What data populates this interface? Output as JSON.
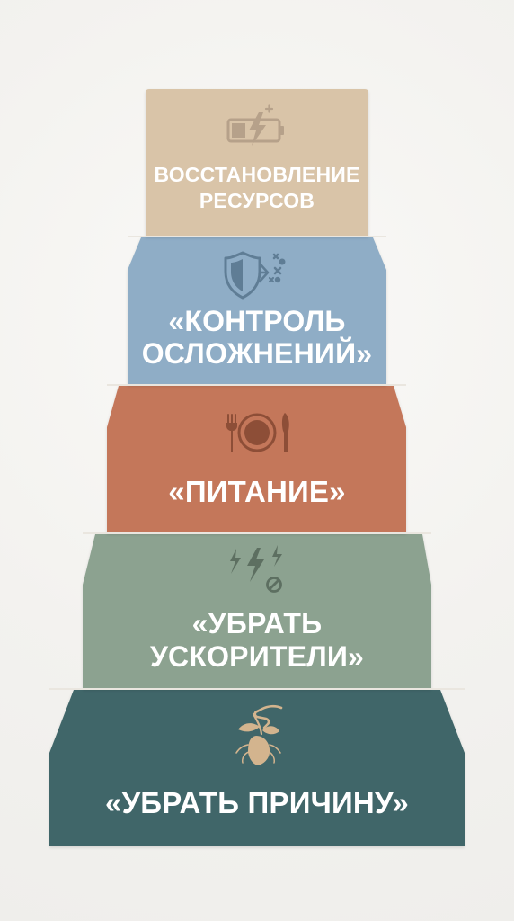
{
  "colors": {
    "background": "#f4f3f1",
    "tier_recovery": "#d9c4a8",
    "tier_complications": "#8fadc6",
    "tier_nutrition": "#c4775a",
    "tier_accelerators": "#8ca290",
    "tier_cause": "#3f6669",
    "divider": "#eae6df",
    "icon_on_light": "#b6a18a",
    "icon_on_blue": "#5f7d95",
    "icon_on_orange": "#8d4e37",
    "icon_on_green": "#5d6f61",
    "icon_on_teal": "#d3b48e"
  },
  "pyramid": {
    "tiers": [
      {
        "id": "recovery",
        "icon": "battery-charging-icon",
        "lines": [
          "ВОССТАНОВЛЕНИЕ",
          "РЕСУРСОВ"
        ]
      },
      {
        "id": "complications",
        "icon": "shield-block-icon",
        "lines": [
          "«КОНТРОЛЬ",
          "ОСЛОЖНЕНИЙ»"
        ]
      },
      {
        "id": "nutrition",
        "icon": "plate-cutlery-icon",
        "lines": [
          "«ПИТАНИЕ»"
        ]
      },
      {
        "id": "accelerators",
        "icon": "lightning-no-icon",
        "lines": [
          "«УБРАТЬ",
          "УСКОРИТЕЛИ»"
        ]
      },
      {
        "id": "cause",
        "icon": "hand-pulling-root-icon",
        "lines": [
          "«УБРАТЬ ПРИЧИНУ»"
        ]
      }
    ]
  }
}
